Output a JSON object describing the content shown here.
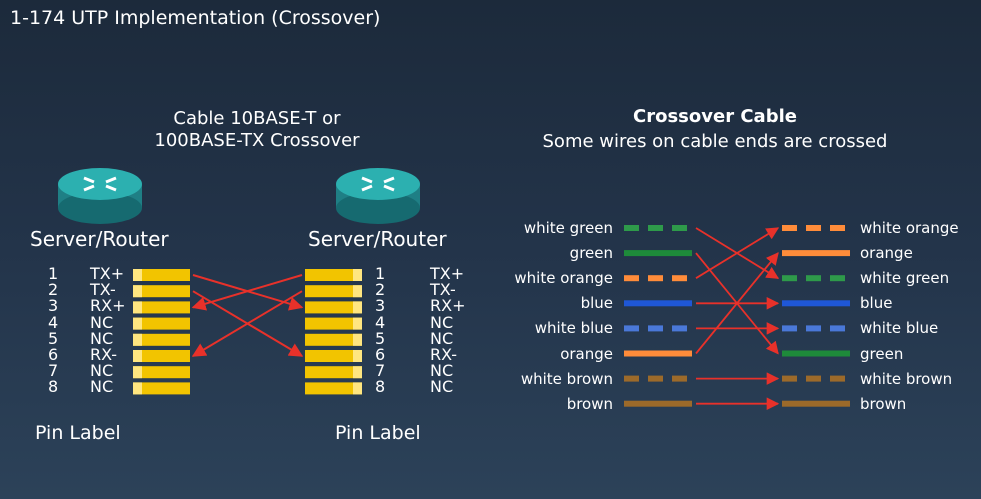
{
  "slide": {
    "title": "1-174  UTP Implementation (Crossover)"
  },
  "left_panel": {
    "cable_caption_line1": "Cable 10BASE-T or",
    "cable_caption_line2": "100BASE-TX Crossover",
    "device_label_left": "Server/Router",
    "device_label_right": "Server/Router",
    "pin_label_left": "Pin Label",
    "pin_label_right": "Pin Label",
    "pins": [
      {
        "num": "1",
        "signal": "TX+"
      },
      {
        "num": "2",
        "signal": "TX-"
      },
      {
        "num": "3",
        "signal": "RX+"
      },
      {
        "num": "4",
        "signal": "NC"
      },
      {
        "num": "5",
        "signal": "NC"
      },
      {
        "num": "6",
        "signal": "RX-"
      },
      {
        "num": "7",
        "signal": "NC"
      },
      {
        "num": "8",
        "signal": "NC"
      }
    ],
    "crossover_map": [
      [
        1,
        3
      ],
      [
        2,
        6
      ],
      [
        3,
        1
      ],
      [
        6,
        2
      ]
    ]
  },
  "right_panel": {
    "title": "Crossover Cable",
    "subtitle": "Some wires on cable ends are crossed",
    "left_wires": [
      {
        "label": "white green",
        "color": "#2e9a4a",
        "striped": true
      },
      {
        "label": "green",
        "color": "#1e8a3a",
        "striped": false
      },
      {
        "label": "white orange",
        "color": "#ff8c3a",
        "striped": true
      },
      {
        "label": "blue",
        "color": "#1f57d6",
        "striped": false
      },
      {
        "label": "white blue",
        "color": "#4a78d8",
        "striped": true
      },
      {
        "label": "orange",
        "color": "#ff8c3a",
        "striped": false
      },
      {
        "label": "white brown",
        "color": "#9c6a2a",
        "striped": true
      },
      {
        "label": "brown",
        "color": "#9c6a2a",
        "striped": false
      }
    ],
    "right_wires": [
      {
        "label": "white orange",
        "color": "#ff8c3a",
        "striped": true
      },
      {
        "label": "orange",
        "color": "#ff8c3a",
        "striped": false
      },
      {
        "label": "white green",
        "color": "#2e9a4a",
        "striped": true
      },
      {
        "label": "blue",
        "color": "#1f57d6",
        "striped": false
      },
      {
        "label": "white blue",
        "color": "#4a78d8",
        "striped": true
      },
      {
        "label": "green",
        "color": "#1e8a3a",
        "striped": false
      },
      {
        "label": "white brown",
        "color": "#9c6a2a",
        "striped": true
      },
      {
        "label": "brown",
        "color": "#9c6a2a",
        "striped": false
      }
    ],
    "wire_map": [
      [
        1,
        3
      ],
      [
        2,
        6
      ],
      [
        3,
        1
      ],
      [
        4,
        4
      ],
      [
        5,
        5
      ],
      [
        6,
        2
      ],
      [
        7,
        7
      ],
      [
        8,
        8
      ]
    ]
  },
  "colors": {
    "arrow": "#e8312a",
    "pin": "#f2c400",
    "router": "#2aa8a8"
  }
}
